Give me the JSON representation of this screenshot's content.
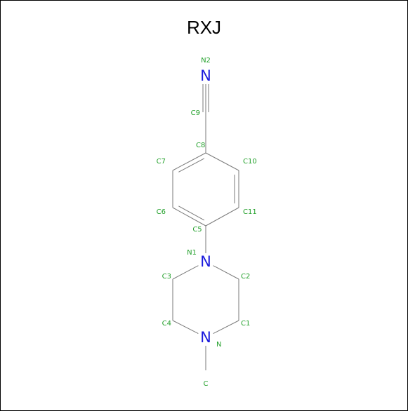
{
  "title": "RXJ",
  "colors": {
    "label": "#22a02a",
    "nitrogen": "#1a1adc",
    "bond": "#7a7a7a"
  },
  "atoms": [
    {
      "id": "N2",
      "element": "N",
      "label": "N2"
    },
    {
      "id": "C9",
      "element": "C",
      "label": "C9"
    },
    {
      "id": "C8",
      "element": "C",
      "label": "C8"
    },
    {
      "id": "C7",
      "element": "C",
      "label": "C7"
    },
    {
      "id": "C10",
      "element": "C",
      "label": "C10"
    },
    {
      "id": "C6",
      "element": "C",
      "label": "C6"
    },
    {
      "id": "C11",
      "element": "C",
      "label": "C11"
    },
    {
      "id": "C5",
      "element": "C",
      "label": "C5"
    },
    {
      "id": "N1",
      "element": "N",
      "label": "N1"
    },
    {
      "id": "C3",
      "element": "C",
      "label": "C3"
    },
    {
      "id": "C2",
      "element": "C",
      "label": "C2"
    },
    {
      "id": "C4",
      "element": "C",
      "label": "C4"
    },
    {
      "id": "C1",
      "element": "C",
      "label": "C1"
    },
    {
      "id": "N",
      "element": "N",
      "label": "N"
    },
    {
      "id": "C",
      "element": "C",
      "label": "C"
    }
  ],
  "bonds": [
    {
      "a": "N2",
      "b": "C9",
      "order": 3
    },
    {
      "a": "C9",
      "b": "C8",
      "order": 1
    },
    {
      "a": "C8",
      "b": "C7",
      "order": 2
    },
    {
      "a": "C8",
      "b": "C10",
      "order": 1
    },
    {
      "a": "C7",
      "b": "C6",
      "order": 1
    },
    {
      "a": "C10",
      "b": "C11",
      "order": 2
    },
    {
      "a": "C6",
      "b": "C5",
      "order": 2
    },
    {
      "a": "C11",
      "b": "C5",
      "order": 1
    },
    {
      "a": "C5",
      "b": "N1",
      "order": 1
    },
    {
      "a": "N1",
      "b": "C3",
      "order": 1
    },
    {
      "a": "N1",
      "b": "C2",
      "order": 1
    },
    {
      "a": "C3",
      "b": "C4",
      "order": 1
    },
    {
      "a": "C2",
      "b": "C1",
      "order": 1
    },
    {
      "a": "C4",
      "b": "N",
      "order": 1
    },
    {
      "a": "C1",
      "b": "N",
      "order": 1
    },
    {
      "a": "N",
      "b": "C",
      "order": 1
    }
  ]
}
